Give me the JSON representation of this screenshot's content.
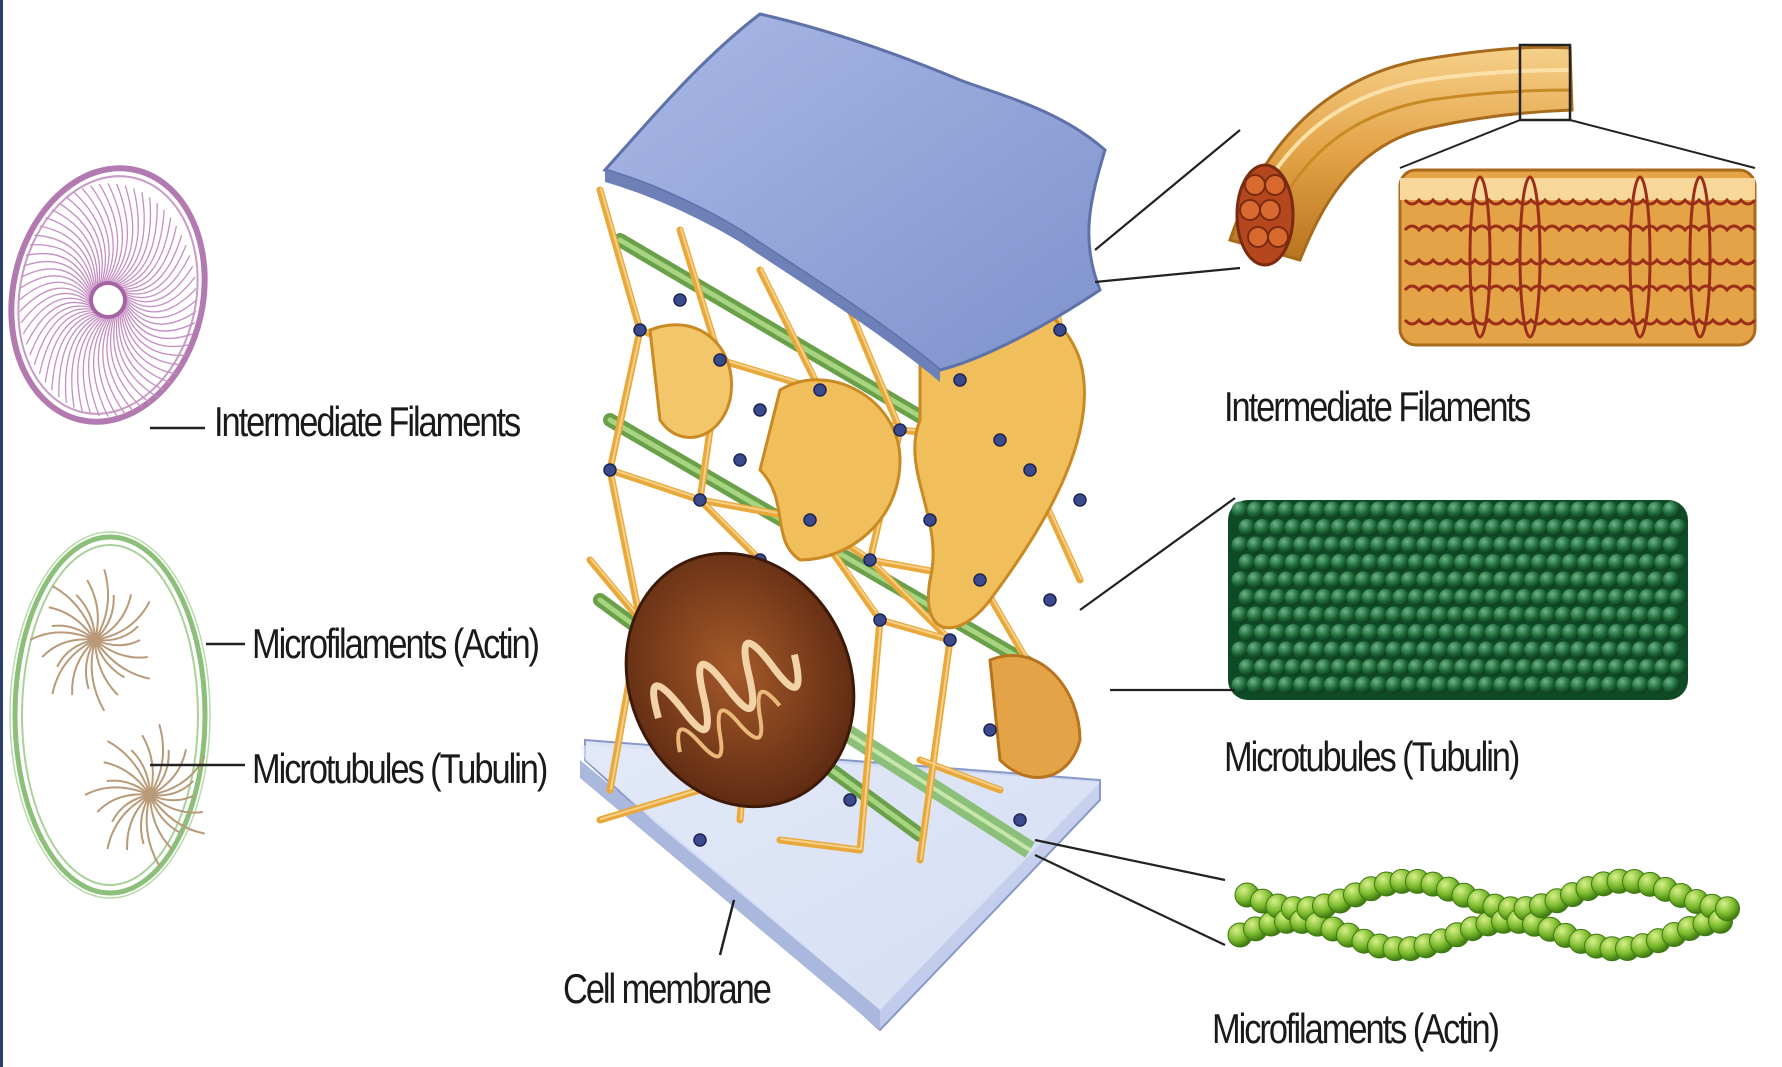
{
  "figure": {
    "left_panel": {
      "labels": {
        "intermediate_filaments": "Intermediate Filaments",
        "microfilaments": "Microfilaments (Actin)",
        "microtubules": "Microtubules (Tubulin)"
      }
    },
    "center_panel": {
      "labels": {
        "cell_membrane": "Cell membrane"
      }
    },
    "right_panel": {
      "labels": {
        "intermediate_filaments": "Intermediate Filaments",
        "microtubules": "Microtubules (Tubulin)",
        "microfilaments": "Microfilaments (Actin)"
      }
    }
  },
  "colors": {
    "intermediate_filament_pink": "#b27ab0",
    "microfilament_green": "#8cc07a",
    "tubulin_dark_green": "#1f6b3a",
    "actin_light_green": "#7cbb2e",
    "network_orange": "#e9a83a",
    "membrane_blue": "#8fa3d6",
    "mitochondrion_brown": "#7a3a1a"
  }
}
